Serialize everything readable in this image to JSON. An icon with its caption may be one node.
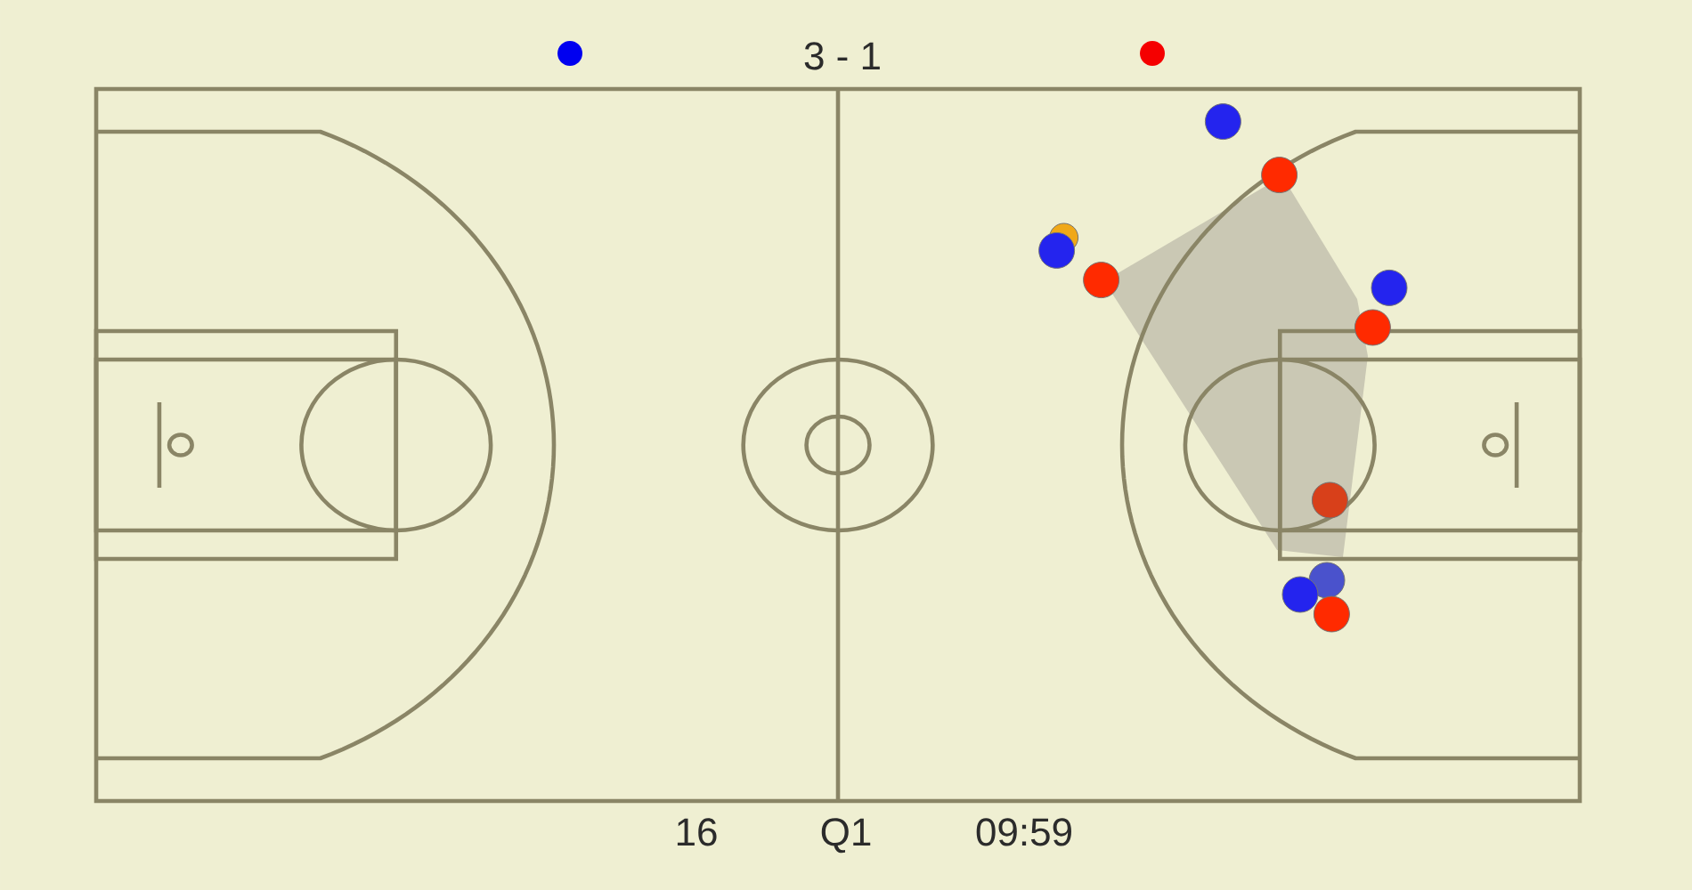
{
  "diagram": {
    "labels": [
      "3 - 1",
      "16",
      "Q1",
      "09:59"
    ]
  }
}
